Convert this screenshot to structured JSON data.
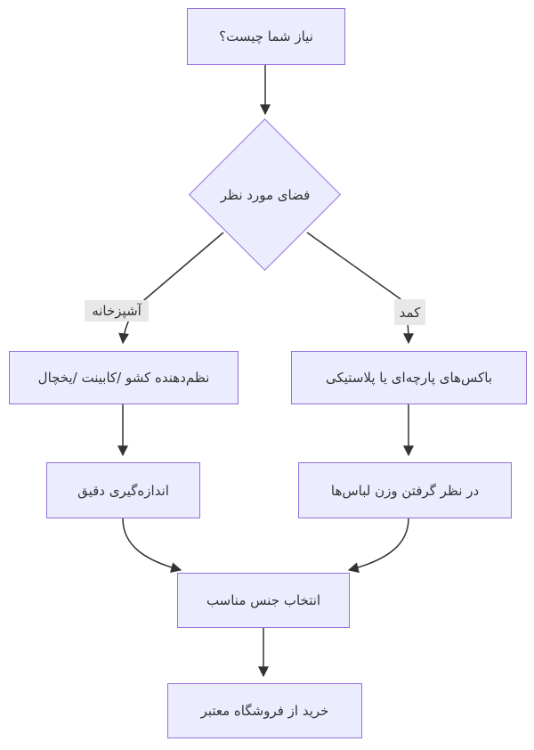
{
  "diagram": {
    "type": "flowchart",
    "direction": "top-to-bottom",
    "language": "fa",
    "colors": {
      "node_fill": "#ECECFF",
      "node_border": "#9370DB",
      "edge_color": "#333333",
      "edge_label_bg": "#e8e8e8",
      "text_color": "#333333",
      "background": "#ffffff"
    },
    "nodes": [
      {
        "id": "start",
        "shape": "rect",
        "label": "نیاز شما چیست؟"
      },
      {
        "id": "decision",
        "shape": "diamond",
        "label": "فضای مورد نظر"
      },
      {
        "id": "kitchen-organizer",
        "shape": "rect",
        "label": "نظم‌دهنده کشو /کابینت /یخچال"
      },
      {
        "id": "closet-boxes",
        "shape": "rect",
        "label": "باکس‌های پارچه‌ای یا پلاستیکی"
      },
      {
        "id": "measure",
        "shape": "rect",
        "label": "اندازه‌گیری دقیق"
      },
      {
        "id": "clothes-weight",
        "shape": "rect",
        "label": "در نظر گرفتن وزن لباس‌ها"
      },
      {
        "id": "material",
        "shape": "rect",
        "label": "انتخاب جنس مناسب"
      },
      {
        "id": "buy",
        "shape": "rect",
        "label": "خرید از فروشگاه معتبر"
      }
    ],
    "edges": [
      {
        "from": "start",
        "to": "decision",
        "label": ""
      },
      {
        "from": "decision",
        "to": "kitchen-organizer",
        "label": "آشپزخانه"
      },
      {
        "from": "decision",
        "to": "closet-boxes",
        "label": "کمد"
      },
      {
        "from": "kitchen-organizer",
        "to": "measure",
        "label": ""
      },
      {
        "from": "closet-boxes",
        "to": "clothes-weight",
        "label": ""
      },
      {
        "from": "measure",
        "to": "material",
        "label": ""
      },
      {
        "from": "clothes-weight",
        "to": "material",
        "label": ""
      },
      {
        "from": "material",
        "to": "buy",
        "label": ""
      }
    ]
  }
}
